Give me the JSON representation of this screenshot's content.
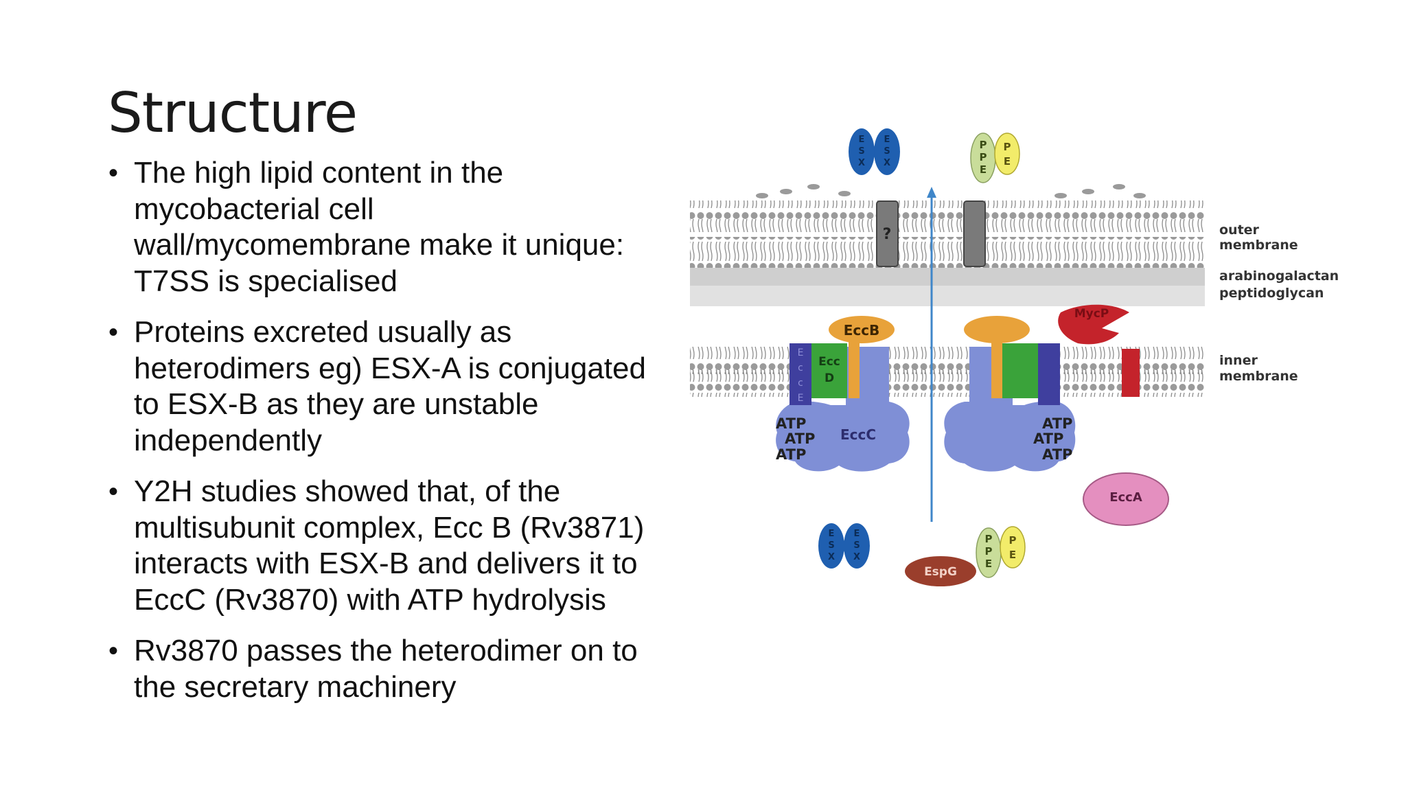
{
  "slide": {
    "title": "Structure",
    "bullets": [
      "The high lipid content in the mycobacterial cell wall/mycomembrane make it unique: T7SS is specialised",
      "Proteins excreted usually as heterodimers eg) ESX-A is conjugated to ESX-B as they are unstable independently",
      "Y2H studies showed that, of the multisubunit complex, Ecc B (Rv3871) interacts with ESX-B and delivers it to EccC (Rv3870) with ATP hydrolysis",
      "Rv3870 passes the heterodimer on to the secretary machinery"
    ]
  },
  "diagram": {
    "labels": {
      "outer": "outer",
      "outer_membrane": "membrane",
      "arabinogalactan": "arabinogalactan",
      "peptidoglycan": "peptidoglycan",
      "inner": "inner",
      "inner_membrane": "membrane",
      "eccb": "EccB",
      "eccd_1": "Ecc",
      "eccd_2": "D",
      "ecce_1": "E",
      "ecce_2": "c",
      "ecce_3": "c",
      "ecce_4": "E",
      "eccc": "EccC",
      "mycp": "MycP",
      "ecca": "EccA",
      "espg": "EspG",
      "atp": "ATP",
      "unknown": "?",
      "esx_e": "E",
      "esx_s": "S",
      "esx_x": "X",
      "pe_p": "P",
      "pe_e": "E",
      "ppe_p1": "P",
      "ppe_p2": "P",
      "ppe_e": "E"
    },
    "colors": {
      "esx": "#1f5fb0",
      "pe": "#f2ec6a",
      "ppe": "#c9dd9a",
      "eccb": "#e8a23a",
      "eccd": "#3aa33a",
      "ecce": "#3f3f9e",
      "eccc": "#7f8fd6",
      "mycp": "#c4232b",
      "ecca": "#e48fbf",
      "espg": "#9a3e2c",
      "arrow": "#3f86c9",
      "membrane_head": "#9a9a9a",
      "cell_wall": "#cfcfcf"
    }
  }
}
